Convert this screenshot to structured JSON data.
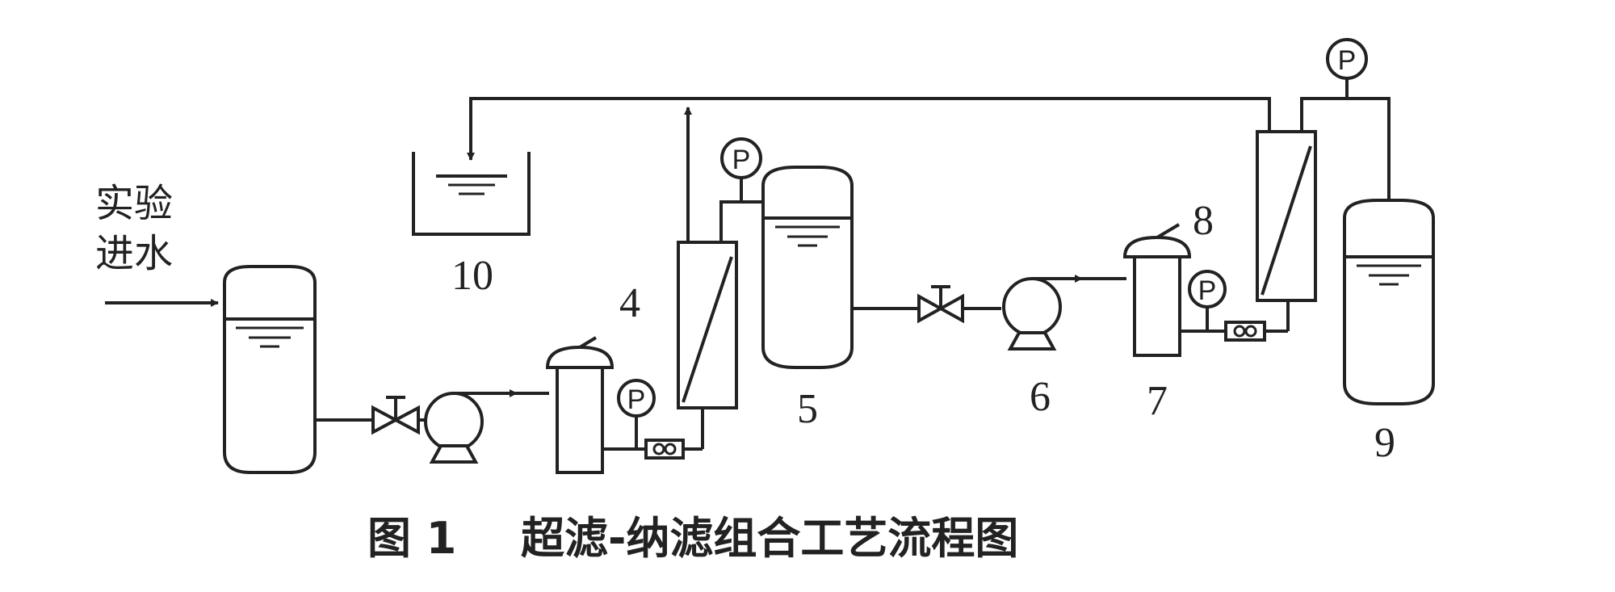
{
  "inlet_label_line1": "实验",
  "inlet_label_line2": "进水",
  "numbers": {
    "n4": "4",
    "n5": "5",
    "n6": "6",
    "n7": "7",
    "n8": "8",
    "n9": "9",
    "n10": "10"
  },
  "gauge_symbol": "P",
  "caption_figure": "图 1",
  "caption_title": "超滤-纳滤组合工艺流程图"
}
